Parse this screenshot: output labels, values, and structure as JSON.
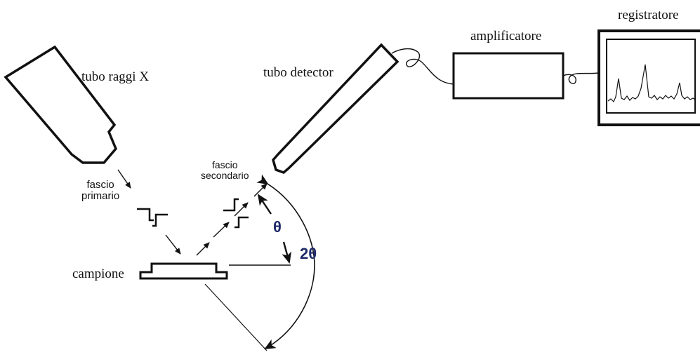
{
  "labels": {
    "xray_tube": "tubo raggi X",
    "detector_tube": "tubo detector",
    "amplifier": "amplificatore",
    "recorder": "registratore",
    "primary_beam_line1": "fascio",
    "primary_beam_line2": "primario",
    "secondary_beam_line1": "fascio",
    "secondary_beam_line2": "secondario",
    "sample": "campione",
    "theta": "θ",
    "two_theta": "2θ"
  },
  "colors": {
    "stroke": "#111111",
    "greek": "#1f2a6b"
  }
}
